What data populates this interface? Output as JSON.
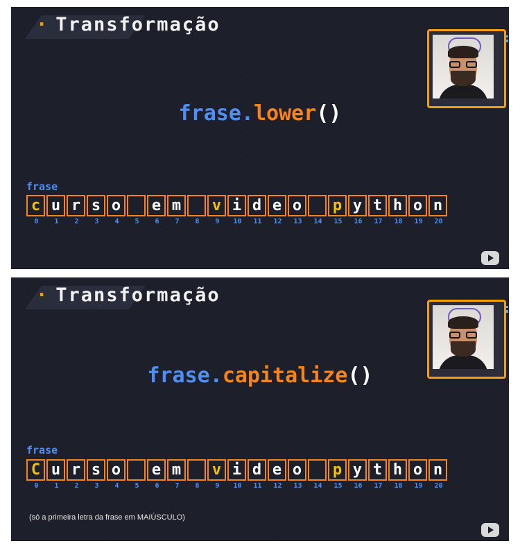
{
  "panels": [
    {
      "title": "Transformação",
      "code_obj": "frase",
      "code_dot": ".",
      "code_method": "lower",
      "code_parens": "()",
      "var_label": "frase",
      "cells": [
        "c",
        "u",
        "r",
        "s",
        "o",
        "",
        "e",
        "m",
        "",
        "v",
        "i",
        "d",
        "e",
        "o",
        "",
        "p",
        "y",
        "t",
        "h",
        "o",
        "n"
      ],
      "highlight": [
        0,
        9,
        15
      ],
      "indices": [
        "0",
        "1",
        "2",
        "3",
        "4",
        "5",
        "6",
        "7",
        "8",
        "9",
        "10",
        "11",
        "12",
        "13",
        "14",
        "15",
        "16",
        "17",
        "18",
        "19",
        "20"
      ],
      "note": ""
    },
    {
      "title": "Transformação",
      "code_obj": "frase",
      "code_dot": ".",
      "code_method": "capitalize",
      "code_parens": "()",
      "var_label": "frase",
      "cells": [
        "C",
        "u",
        "r",
        "s",
        "o",
        "",
        "e",
        "m",
        "",
        "v",
        "i",
        "d",
        "e",
        "o",
        "",
        "p",
        "y",
        "t",
        "h",
        "o",
        "n"
      ],
      "highlight": [
        0,
        9,
        15
      ],
      "indices": [
        "0",
        "1",
        "2",
        "3",
        "4",
        "5",
        "6",
        "7",
        "8",
        "9",
        "10",
        "11",
        "12",
        "13",
        "14",
        "15",
        "16",
        "17",
        "18",
        "19",
        "20"
      ],
      "note": "(só a primeira letra da frase em MAIÚSCULO)"
    }
  ],
  "colors": {
    "panel_bg": "#1d1f2b",
    "accent_orange": "#f7841b",
    "accent_blue": "#4f8ff5",
    "highlight_yellow": "#f2c200"
  },
  "icons": {
    "bullet": "·",
    "play": "youtube-play-icon",
    "webcam": "webcam-overlay"
  }
}
